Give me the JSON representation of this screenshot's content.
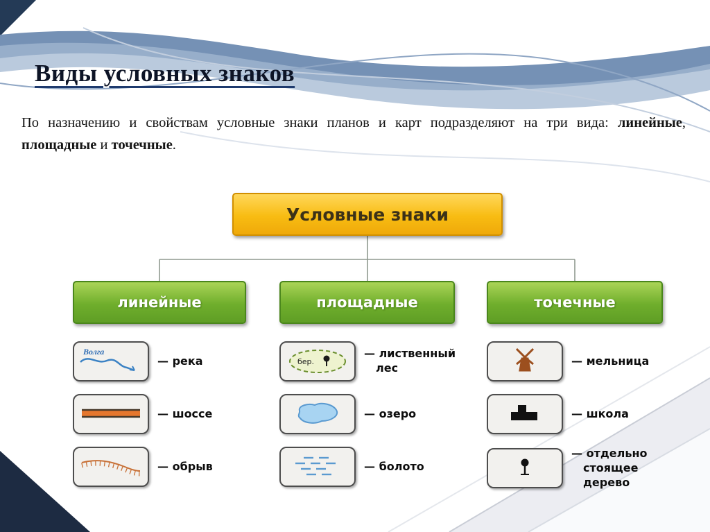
{
  "slide": {
    "title": "Виды условных знаков",
    "intro": {
      "text1": "По назначению и свойствам условные знаки планов и карт подразделяют на три вида: ",
      "bold1": "линейные",
      "sep1": ", ",
      "bold2": "площадные",
      "sep2": " и ",
      "bold3": "точечные",
      "end": "."
    }
  },
  "diagram": {
    "root_label": "Условные знаки",
    "columns": [
      {
        "label": "линейные",
        "items": [
          {
            "symbol": "river-icon",
            "symbol_text": "Волга",
            "label": "— река"
          },
          {
            "symbol": "highway-icon",
            "label": "— шоссе"
          },
          {
            "symbol": "cliff-icon",
            "label": "— обрыв"
          }
        ]
      },
      {
        "label": "площадные",
        "items": [
          {
            "symbol": "deciduous-forest-icon",
            "symbol_text": "бер.",
            "label": "— лиственный лес"
          },
          {
            "symbol": "lake-icon",
            "label": "— озеро"
          },
          {
            "symbol": "swamp-icon",
            "label": "— болото"
          }
        ]
      },
      {
        "label": "точечные",
        "items": [
          {
            "symbol": "windmill-icon",
            "label": "— мельница"
          },
          {
            "symbol": "school-icon",
            "label": "— школа"
          },
          {
            "symbol": "tree-icon",
            "label": "— отдельно стоящее дерево"
          }
        ]
      }
    ]
  },
  "colors": {
    "root_box_yellow": "#f8bc12",
    "branch_box_green": "#6fae2c",
    "wave_blue": "#7591b5",
    "corner_navy": "#1d2b42",
    "river_blue": "#3b82c4",
    "highway_orange": "#e5772e",
    "cliff_brown": "#c87137",
    "mill_brown": "#9c4f1e"
  }
}
